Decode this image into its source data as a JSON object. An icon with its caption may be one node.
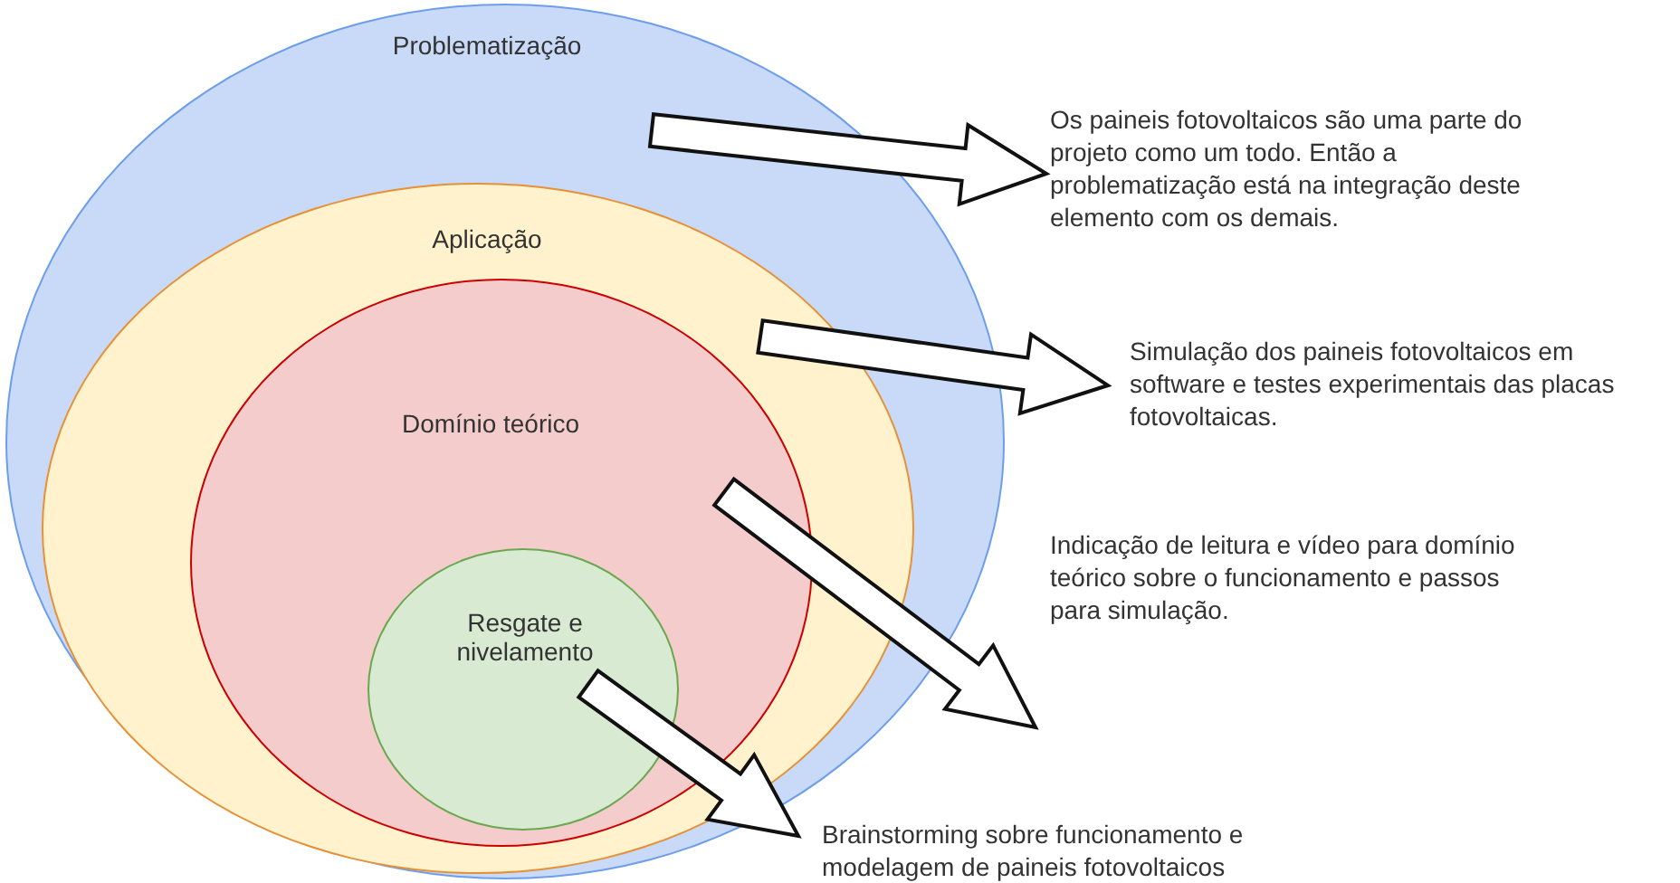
{
  "diagram": {
    "nodes": [
      {
        "text": [
          "Problematização"
        ]
      },
      {
        "text": [
          "Aplicação"
        ],
        "in": 0
      },
      {
        "text": [
          "Domínio teórico"
        ],
        "in": 1
      },
      {
        "text": [
          "Resgate e nivelamento"
        ],
        "in": 2
      },
      {
        "text": [
          "Os paineis fotovoltaicos são uma parte do projeto como um todo. Então a problematização está na integração deste elemento com os demais."
        ]
      },
      {
        "text": [
          "Simulação dos paineis fotovoltaicos em software e testes experimentais das placas fotovoltaicas."
        ]
      },
      {
        "text": [
          "Indicação de leitura e vídeo para domínio teórico sobre o funcionamento e passos para simulação."
        ]
      },
      {
        "text": [
          "Brainstorming sobre funcionamento e modelagem de paineis fotovoltaicos"
        ]
      }
    ],
    "edges": [
      {
        "from": 0,
        "to": 4,
        "arrow": "to"
      },
      {
        "from": 1,
        "to": 5,
        "arrow": "to"
      },
      {
        "from": 2,
        "to": 6,
        "arrow": "to"
      },
      {
        "from": 3,
        "to": 7,
        "arrow": "to"
      }
    ]
  }
}
